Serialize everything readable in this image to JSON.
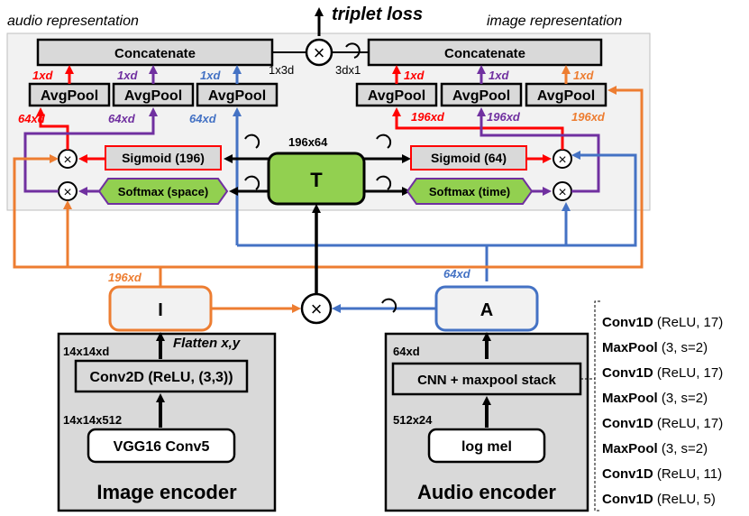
{
  "top": {
    "triplet_loss": "triplet loss",
    "audio_rep": "audio representation",
    "image_rep": "image representation",
    "concat_label": "Concatenate",
    "dim_1x3d": "1x3d",
    "dim_3dx1": "3dx1"
  },
  "pool": {
    "avgpool": "AvgPool",
    "dim_1xd": "1xd",
    "dim_64xd": "64xd",
    "dim_196xd": "196xd"
  },
  "middle": {
    "sigmoid_196": "Sigmoid (196)",
    "softmax_space": "Softmax (space)",
    "sigmoid_64": "Sigmoid (64)",
    "softmax_time": "Softmax (time)",
    "t_label": "T",
    "dim_196x64": "196x64",
    "times": "×"
  },
  "bottom": {
    "i_label": "I",
    "a_label": "A",
    "dim_196xd": "196xd",
    "dim_64xd": "64xd",
    "flatten": "Flatten x,y",
    "dim_14x14xd": "14x14xd",
    "conv2d": "Conv2D (ReLU, (3,3))",
    "dim_14x14x512": "14x14x512",
    "vgg": "VGG16 Conv5",
    "image_encoder": "Image encoder",
    "dim_64xd_a": "64xd",
    "cnn_stack": "CNN + maxpool stack",
    "dim_512x24": "512x24",
    "log_mel": "log mel",
    "audio_encoder": "Audio encoder"
  },
  "stack": [
    {
      "name": "Conv1D",
      "args": "(ReLU, 17)"
    },
    {
      "name": "MaxPool",
      "args": "(3, s=2)"
    },
    {
      "name": "Conv1D",
      "args": "(ReLU, 17)"
    },
    {
      "name": "MaxPool",
      "args": "(3, s=2)"
    },
    {
      "name": "Conv1D",
      "args": "(ReLU, 17)"
    },
    {
      "name": "MaxPool",
      "args": "(3, s=2)"
    },
    {
      "name": "Conv1D",
      "args": "(ReLU, 11)"
    },
    {
      "name": "Conv1D",
      "args": "(ReLU, 5)"
    }
  ],
  "colors": {
    "red": "#ff0000",
    "purple": "#7030a0",
    "blue": "#4472c4",
    "orange": "#ed7d31",
    "green": "#92d050",
    "gray_box": "#d9d9d9",
    "panel": "#f2f2f2"
  }
}
